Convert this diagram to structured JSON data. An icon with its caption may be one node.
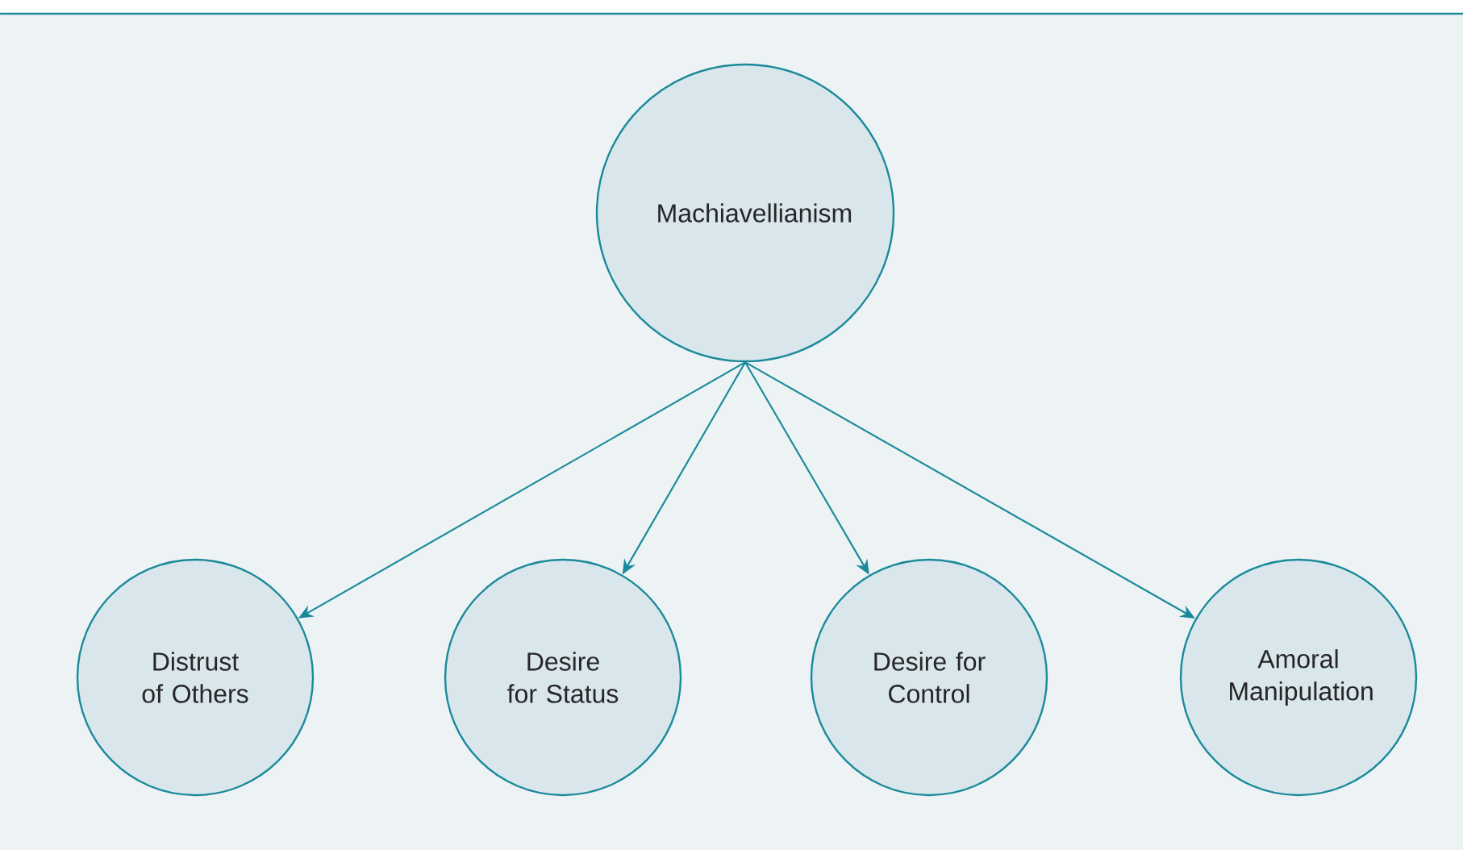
{
  "diagram": {
    "nodes": [
      {
        "text": [
          "Machiavellianism"
        ]
      },
      {
        "text": [
          "Distrust of Others"
        ]
      },
      {
        "text": [
          "Desire for Status"
        ]
      },
      {
        "text": [
          "Desire for Control"
        ]
      },
      {
        "text": [
          "Amoral Manipulation"
        ]
      }
    ],
    "edges": [
      {
        "from": 0,
        "to": 1,
        "arrow": "to"
      },
      {
        "from": 0,
        "to": 2,
        "arrow": "to"
      },
      {
        "from": 0,
        "to": 3,
        "arrow": "to"
      },
      {
        "from": 0,
        "to": 4,
        "arrow": "to"
      }
    ]
  }
}
